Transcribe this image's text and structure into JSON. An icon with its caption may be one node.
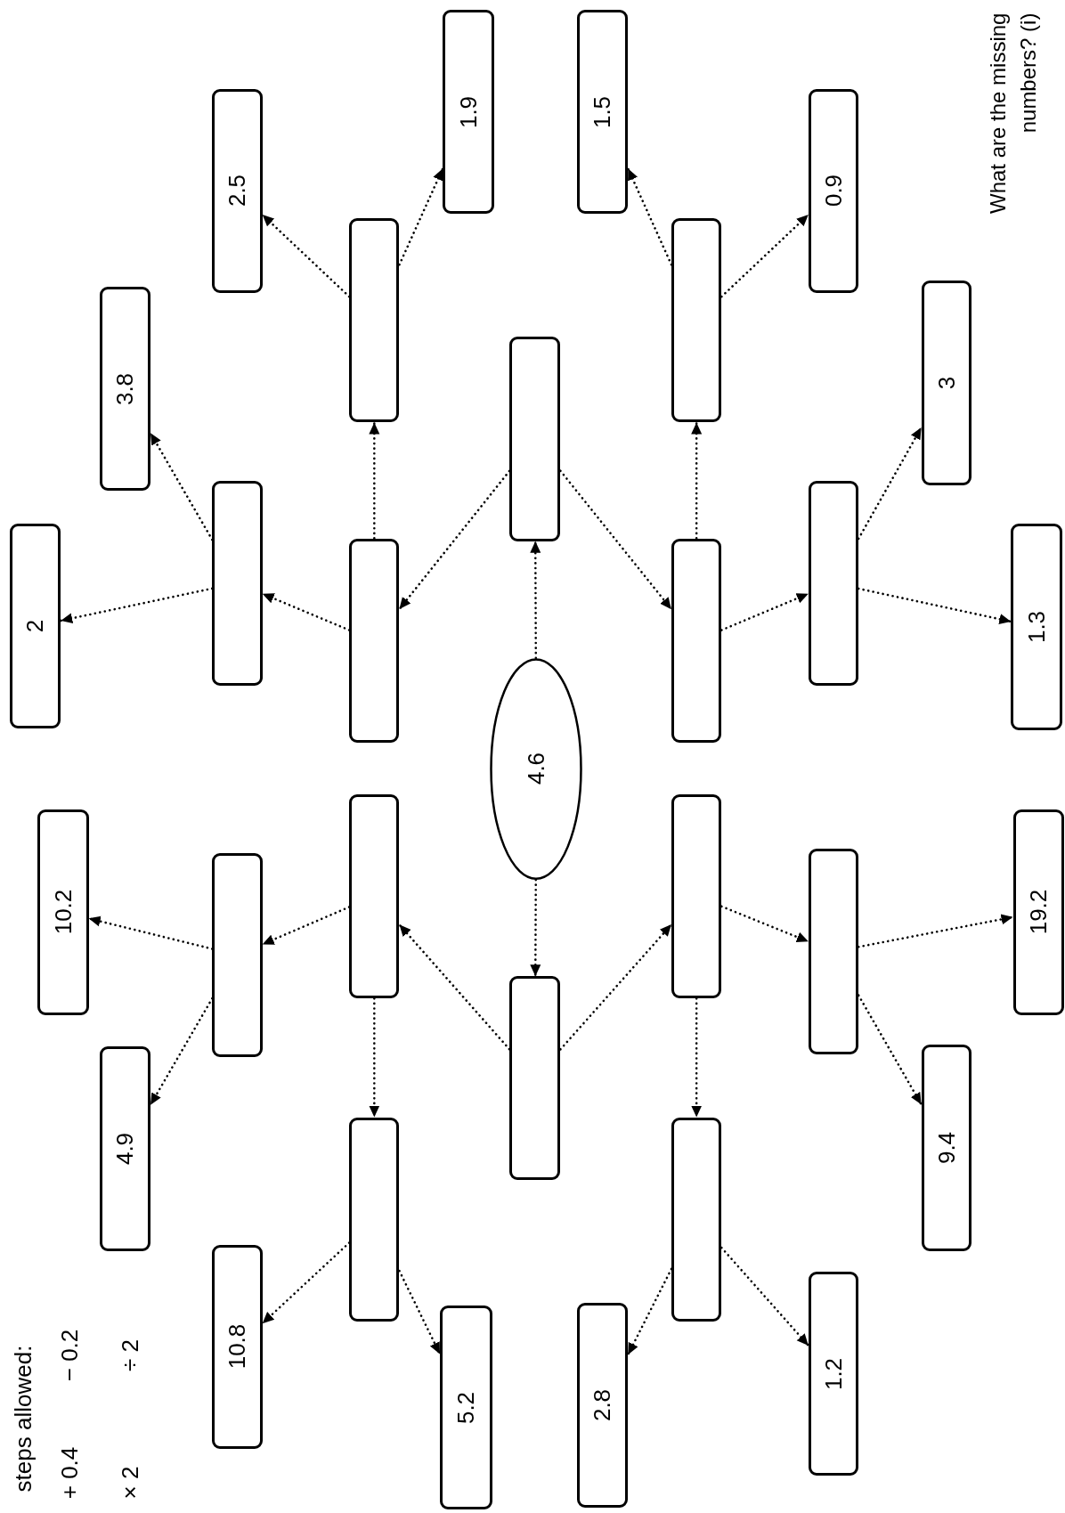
{
  "diagram": {
    "title": "What are the missing numbers? (i)",
    "nodes": [
      {
        "text": [
          "4.6"
        ]
      },
      {
        "text": [],
        "shape": "box"
      },
      {
        "text": [],
        "shape": "box"
      },
      {
        "text": [],
        "shape": "box"
      },
      {
        "text": [],
        "shape": "box"
      },
      {
        "text": [],
        "shape": "box"
      },
      {
        "text": [
          "2"
        ]
      },
      {
        "text": [
          "3.8"
        ]
      },
      {
        "text": [
          "2.5"
        ]
      },
      {
        "text": [
          "1.9"
        ]
      },
      {
        "text": [],
        "shape": "box"
      },
      {
        "text": [],
        "shape": "box"
      },
      {
        "text": [],
        "shape": "box"
      },
      {
        "text": [
          "1.5"
        ]
      },
      {
        "text": [
          "0.9"
        ]
      },
      {
        "text": [
          "3"
        ]
      },
      {
        "text": [
          "1.3"
        ]
      },
      {
        "text": [],
        "shape": "box"
      },
      {
        "text": [],
        "shape": "box"
      },
      {
        "text": [],
        "shape": "box"
      },
      {
        "text": [
          "10.2"
        ]
      },
      {
        "text": [
          "4.9"
        ]
      },
      {
        "text": [
          "10.8"
        ]
      },
      {
        "text": [
          "5.2"
        ]
      },
      {
        "text": [],
        "shape": "box"
      },
      {
        "text": [],
        "shape": "box"
      },
      {
        "text": [],
        "shape": "box"
      },
      {
        "text": [
          "19.2"
        ]
      },
      {
        "text": [
          "9.4"
        ]
      },
      {
        "text": [
          "1.2"
        ]
      },
      {
        "text": [
          "2.8"
        ]
      }
    ],
    "edges": [
      {
        "from": 0,
        "to": 1,
        "arrow": "to"
      },
      {
        "from": 0,
        "to": 2,
        "arrow": "to"
      },
      {
        "from": 1,
        "to": 3,
        "arrow": "to"
      },
      {
        "from": 1,
        "to": 10,
        "arrow": "to"
      },
      {
        "from": 2,
        "to": 17,
        "arrow": "to"
      },
      {
        "from": 2,
        "to": 24,
        "arrow": "to"
      },
      {
        "from": 3,
        "to": 4,
        "arrow": "to"
      },
      {
        "from": 3,
        "to": 5,
        "arrow": "to"
      },
      {
        "from": 5,
        "to": 6,
        "arrow": "to"
      },
      {
        "from": 5,
        "to": 7,
        "arrow": "to"
      },
      {
        "from": 4,
        "to": 8,
        "arrow": "to"
      },
      {
        "from": 4,
        "to": 9,
        "arrow": "to"
      },
      {
        "from": 10,
        "to": 11,
        "arrow": "to"
      },
      {
        "from": 10,
        "to": 12,
        "arrow": "to"
      },
      {
        "from": 12,
        "to": 15,
        "arrow": "to"
      },
      {
        "from": 12,
        "to": 16,
        "arrow": "to"
      },
      {
        "from": 11,
        "to": 13,
        "arrow": "to"
      },
      {
        "from": 11,
        "to": 14,
        "arrow": "to"
      },
      {
        "from": 17,
        "to": 18,
        "arrow": "to"
      },
      {
        "from": 17,
        "to": 19,
        "arrow": "to"
      },
      {
        "from": 19,
        "to": 20,
        "arrow": "to"
      },
      {
        "from": 19,
        "to": 21,
        "arrow": "to"
      },
      {
        "from": 18,
        "to": 22,
        "arrow": "to"
      },
      {
        "from": 18,
        "to": 23,
        "arrow": "to"
      },
      {
        "from": 24,
        "to": 25,
        "arrow": "to"
      },
      {
        "from": 24,
        "to": 26,
        "arrow": "to"
      },
      {
        "from": 26,
        "to": 27,
        "arrow": "to"
      },
      {
        "from": 26,
        "to": 28,
        "arrow": "to"
      },
      {
        "from": 25,
        "to": 29,
        "arrow": "to"
      },
      {
        "from": 25,
        "to": 30,
        "arrow": "to"
      }
    ],
    "labels": [
      "steps allowed:",
      "+ 0.4",
      "− 0.2",
      "× 2",
      "÷ 2"
    ]
  }
}
